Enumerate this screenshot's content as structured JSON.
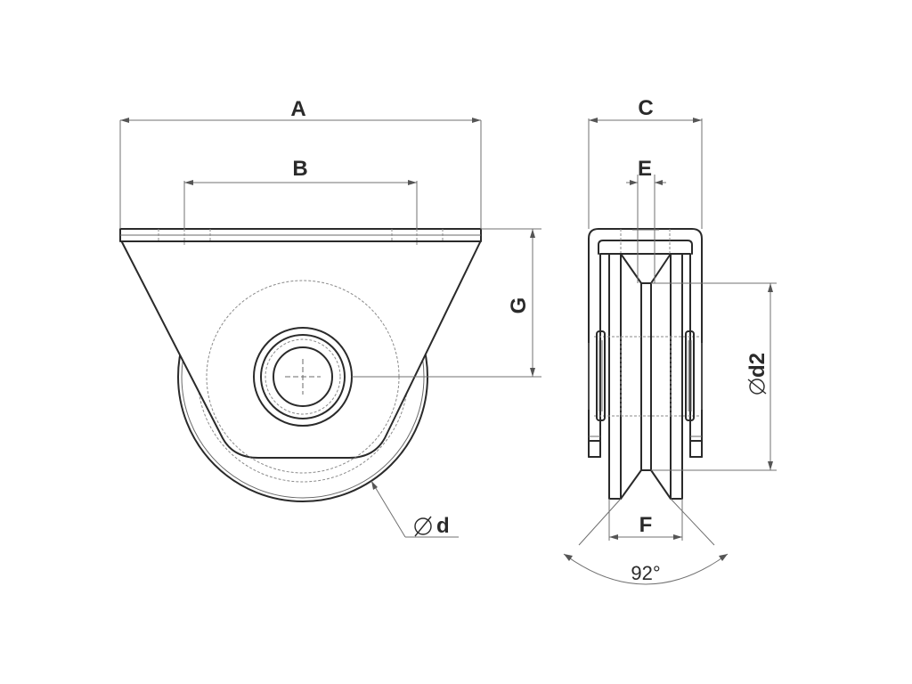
{
  "drawing": {
    "dimensions": {
      "a": "A",
      "b": "B",
      "c": "C",
      "e": "E",
      "g": "G",
      "d": "d",
      "d2": "d2",
      "f": "F",
      "angle": "92°"
    }
  }
}
